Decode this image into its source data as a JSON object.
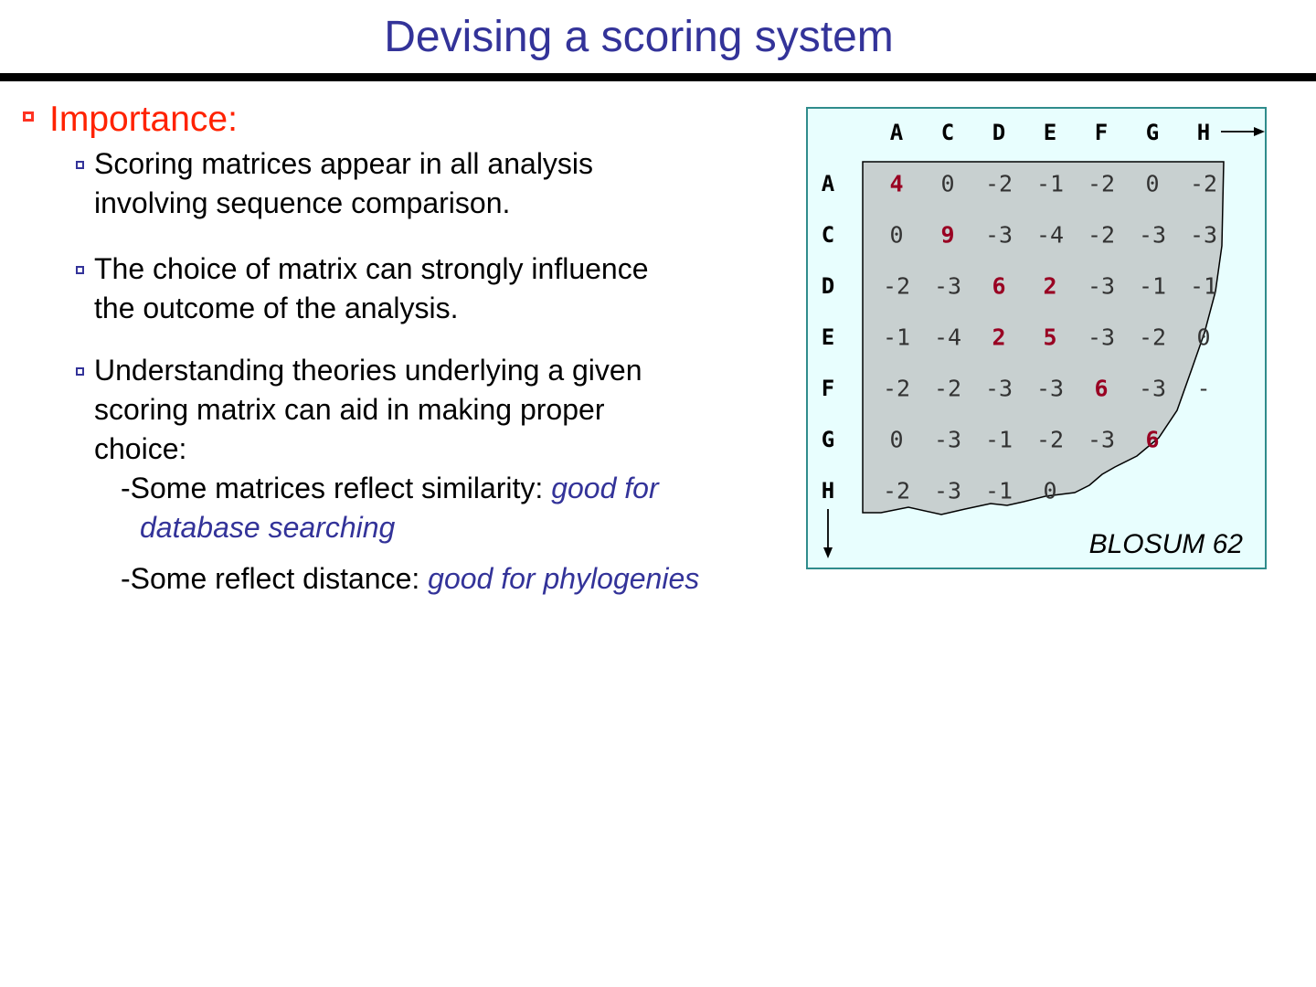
{
  "slide": {
    "title": "Devising a scoring system",
    "section_heading": "Importance:",
    "bullets": [
      {
        "lines": [
          "Scoring matrices appear in all analysis",
          "involving sequence comparison."
        ]
      },
      {
        "lines": [
          "The choice of matrix can strongly influence",
          "the outcome of the analysis."
        ]
      },
      {
        "lines": [
          "Understanding theories underlying a given",
          "scoring matrix can aid in making proper",
          "choice:"
        ]
      }
    ],
    "sub_points": [
      {
        "prefix": "-Some matrices reflect similarity: ",
        "emphasis_line1": "good for",
        "emphasis_line2": "database searching"
      },
      {
        "prefix": "-Some reflect distance: ",
        "emphasis": "good for phylogenies"
      }
    ]
  },
  "matrix_figure": {
    "caption": "BLOSUM 62",
    "column_headers": [
      "A",
      "C",
      "D",
      "E",
      "F",
      "G",
      "H"
    ],
    "row_headers": [
      "A",
      "C",
      "D",
      "E",
      "F",
      "G",
      "H"
    ],
    "rows": [
      [
        "4",
        "0",
        "-2",
        "-1",
        "-2",
        "0",
        "-2"
      ],
      [
        "0",
        "9",
        "-3",
        "-4",
        "-2",
        "-3",
        "-3"
      ],
      [
        "-2",
        "-3",
        "6",
        "2",
        "-3",
        "-1",
        "-1"
      ],
      [
        "-1",
        "-4",
        "2",
        "5",
        "-3",
        "-2",
        "0"
      ],
      [
        "-2",
        "-2",
        "-3",
        "-3",
        "6",
        "-3",
        "-"
      ],
      [
        "0",
        "-3",
        "-1",
        "-2",
        "-3",
        "6",
        ""
      ],
      [
        "-2",
        "-3",
        "-1",
        "0",
        "",
        "",
        ""
      ]
    ],
    "highlight_color": "#990022",
    "highlighted_cells": [
      [
        0,
        0
      ],
      [
        1,
        1
      ],
      [
        2,
        2
      ],
      [
        2,
        3
      ],
      [
        3,
        2
      ],
      [
        3,
        3
      ],
      [
        4,
        4
      ],
      [
        5,
        5
      ]
    ],
    "visible_columns_per_row": [
      7,
      7,
      7,
      7,
      7,
      6,
      4
    ],
    "colors": {
      "background": "#e8fefe",
      "shaded_area": "#c8d0d0",
      "border": "#2f8c8c"
    }
  },
  "colors": {
    "title": "#333399",
    "heading": "#ff2200",
    "emphasis": "#333399"
  }
}
